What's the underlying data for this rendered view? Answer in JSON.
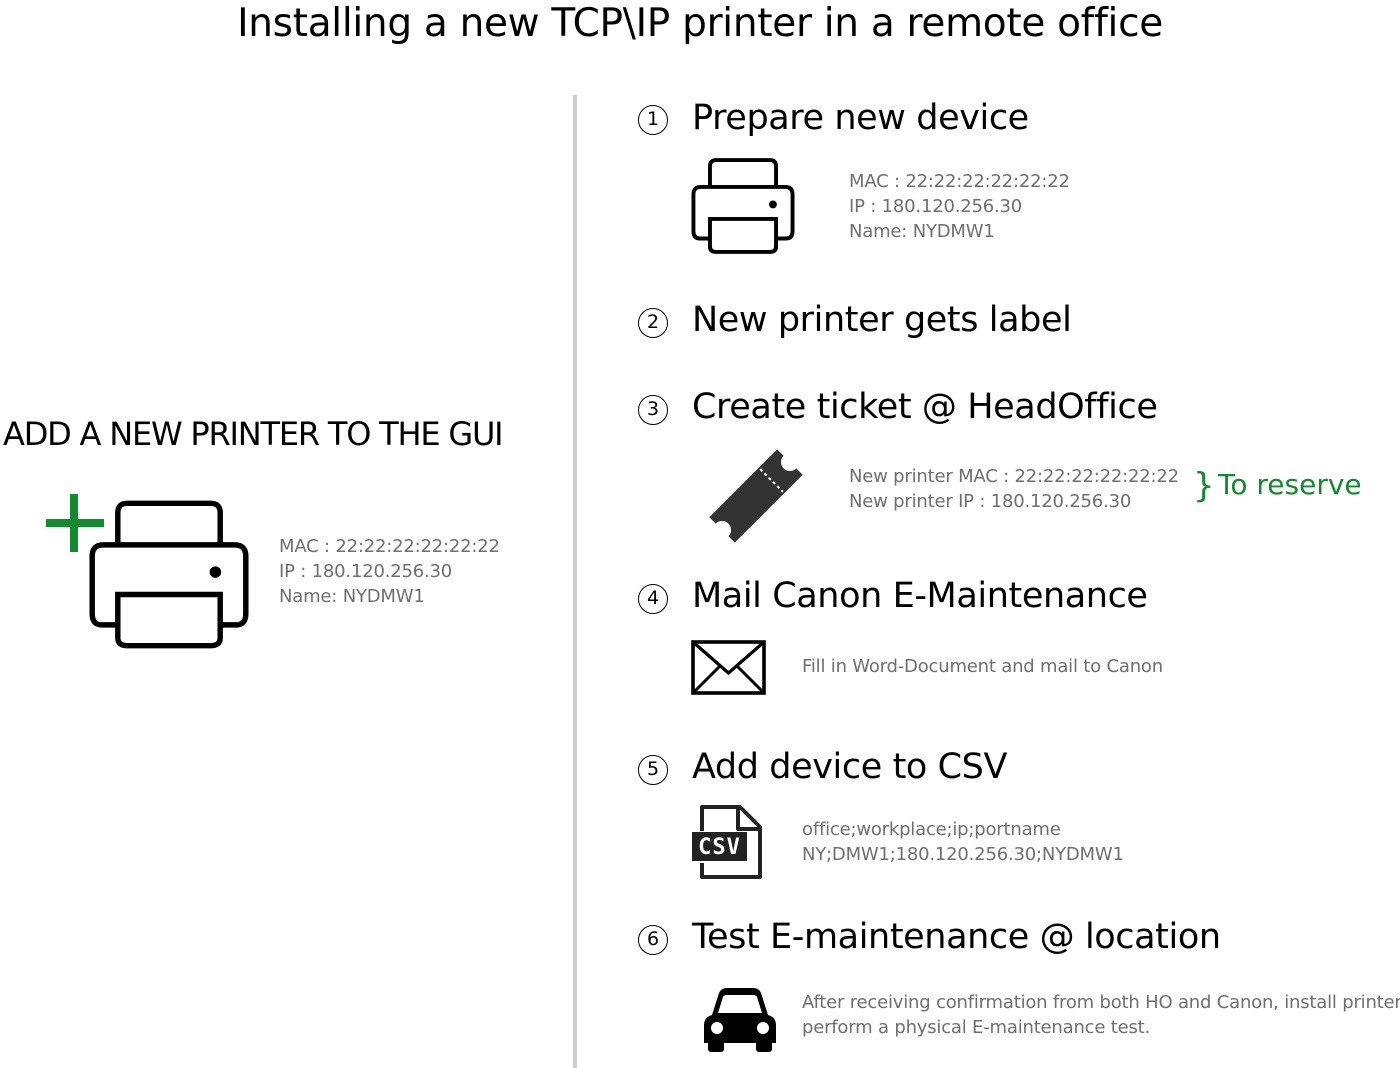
{
  "title": "Installing a new TCP\\IP printer in a remote office",
  "left": {
    "heading": "ADD A NEW PRINTER TO THE GUI",
    "icons": [
      "plus-icon",
      "printer-icon"
    ],
    "details": [
      "MAC : 22:22:22:22:22:22",
      "IP : 180.120.256.30",
      "Name: NYDMW1"
    ]
  },
  "steps": [
    {
      "number": "1",
      "title": "Prepare new device",
      "icon": "printer-icon",
      "details": [
        "MAC : 22:22:22:22:22:22",
        "IP : 180.120.256.30",
        "Name: NYDMW1"
      ]
    },
    {
      "number": "2",
      "title": "New printer gets label"
    },
    {
      "number": "3",
      "title": "Create ticket @ HeadOffice",
      "icon": "ticket-icon",
      "details": [
        "New printer MAC : 22:22:22:22:22:22",
        "New printer IP :  180.120.256.30"
      ],
      "note": {
        "brace": "}",
        "text": "To reserve"
      }
    },
    {
      "number": "4",
      "title": "Mail Canon E-Maintenance",
      "icon": "envelope-icon",
      "details": [
        "Fill in Word-Document and mail to Canon"
      ]
    },
    {
      "number": "5",
      "title": "Add device to CSV",
      "icon": "csv-file-icon",
      "icon_label": "CSV",
      "details": [
        "office;workplace;ip;portname",
        "NY;DMW1;180.120.256.30;NYDMW1"
      ]
    },
    {
      "number": "6",
      "title": "Test E-maintenance @ location",
      "icon": "car-icon",
      "details": [
        "After receiving confirmation from both HO and Canon, install printer &",
        "perform a physical E-maintenance test."
      ]
    }
  ],
  "colors": {
    "accent_green": "#148a2e",
    "detail_grey": "#6f6f6f",
    "divider": "#cccccc"
  }
}
